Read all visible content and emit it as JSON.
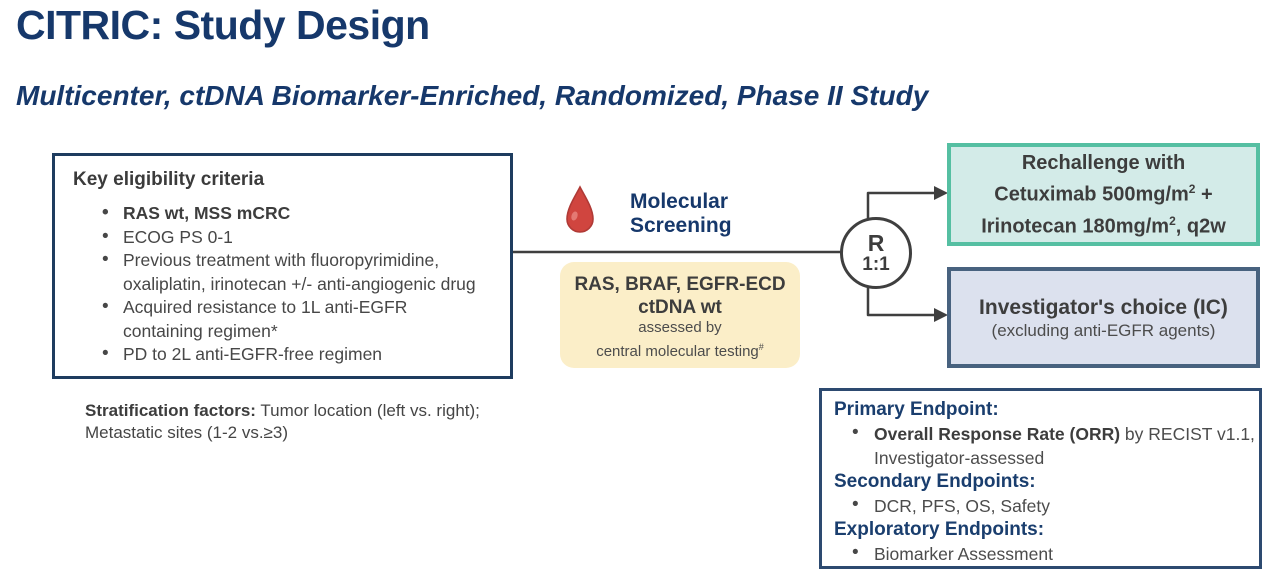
{
  "header": {
    "title": "CITRIC: Study Design",
    "subtitle": "Multicenter, ctDNA Biomarker-Enriched, Randomized, Phase II Study"
  },
  "eligibility_box": {
    "heading": "Key eligibility criteria",
    "bullet1": "RAS wt, MSS mCRC",
    "bullet2": "ECOG PS 0-1",
    "bullet3_line1": "Previous treatment with fluoropyrimidine,",
    "bullet3_line2": "oxaliplatin, irinotecan +/- anti-angiogenic drug",
    "bullet4_line1": "Acquired resistance to 1L anti-EGFR",
    "bullet4_line2": "containing regimen*",
    "bullet5": "PD to 2L anti-EGFR-free regimen"
  },
  "screening": {
    "icon": "blood-drop-icon",
    "label_line1": "Molecular",
    "label_line2": "Screening",
    "criteria_line1": "RAS, BRAF, EGFR-ECD",
    "criteria_line2": "ctDNA wt",
    "criteria_line3": "assessed by",
    "criteria_line4": "central molecular testing",
    "criteria_line4_sup": "#"
  },
  "randomization": {
    "letter": "R",
    "ratio": "1:1"
  },
  "arm_rechallenge": {
    "line1": "Rechallenge with",
    "line2_text": "Cetuximab 500mg/m",
    "line2_sup": "2",
    "line2_tail": " +",
    "line3_text": "Irinotecan 180mg/m",
    "line3_sup": "2",
    "line3_tail": ", q2w"
  },
  "arm_investigator": {
    "line1": "Investigator's choice (IC)",
    "line2": "(excluding anti-EGFR agents)"
  },
  "stratification": {
    "label": "Stratification factors:",
    "text": " Tumor location (left vs. right);",
    "line2": "Metastatic sites (1-2 vs.≥3)"
  },
  "endpoints_box": {
    "primary_heading": "Primary Endpoint:",
    "primary_bold": "Overall Response Rate (ORR)",
    "primary_rest": " by RECIST v1.1,",
    "primary_line2": "Investigator-assessed",
    "secondary_heading": "Secondary Endpoints:",
    "secondary_item": "DCR, PFS, OS, Safety",
    "exploratory_heading": "Exploratory Endpoints:",
    "exploratory_item": "Biomarker Assessment"
  },
  "colors": {
    "navy": "#16386b",
    "dark_text": "#3d3d3d",
    "body_text": "#4b4b4b",
    "green_border": "#55bfa2",
    "green_bg": "#d3ebe8",
    "blue_border": "#48627f",
    "blue_bg": "#dce1ee",
    "yellow_bg": "#fbeec8",
    "connector_line": "#3f3f3f",
    "drop_red": "#d0453f"
  }
}
